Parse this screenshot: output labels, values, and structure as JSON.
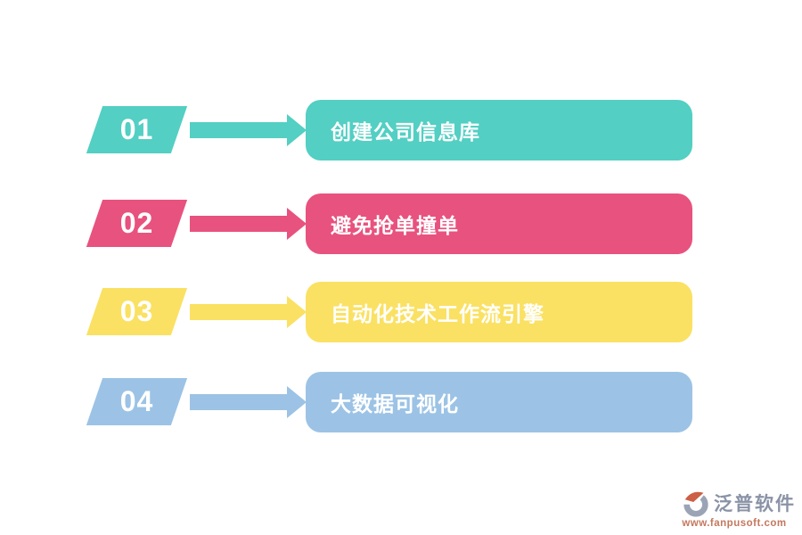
{
  "page": {
    "background": "#ffffff"
  },
  "steps": [
    {
      "number": "01",
      "label": "创建公司信息库",
      "color": "#53CFC3"
    },
    {
      "number": "02",
      "label": "避免抢单撞单",
      "color": "#E8527E"
    },
    {
      "number": "03",
      "label": "自动化技术工作流引擎",
      "color": "#FAE163"
    },
    {
      "number": "04",
      "label": "大数据可视化",
      "color": "#9CC3E5"
    }
  ],
  "branding": {
    "name": "泛普软件",
    "url": "www.fanpusoft.com",
    "name_color": "#8A93A6",
    "url_color": "#C4785E",
    "icon_gray": "#9AA4B5",
    "icon_orange": "#CC5F45"
  }
}
